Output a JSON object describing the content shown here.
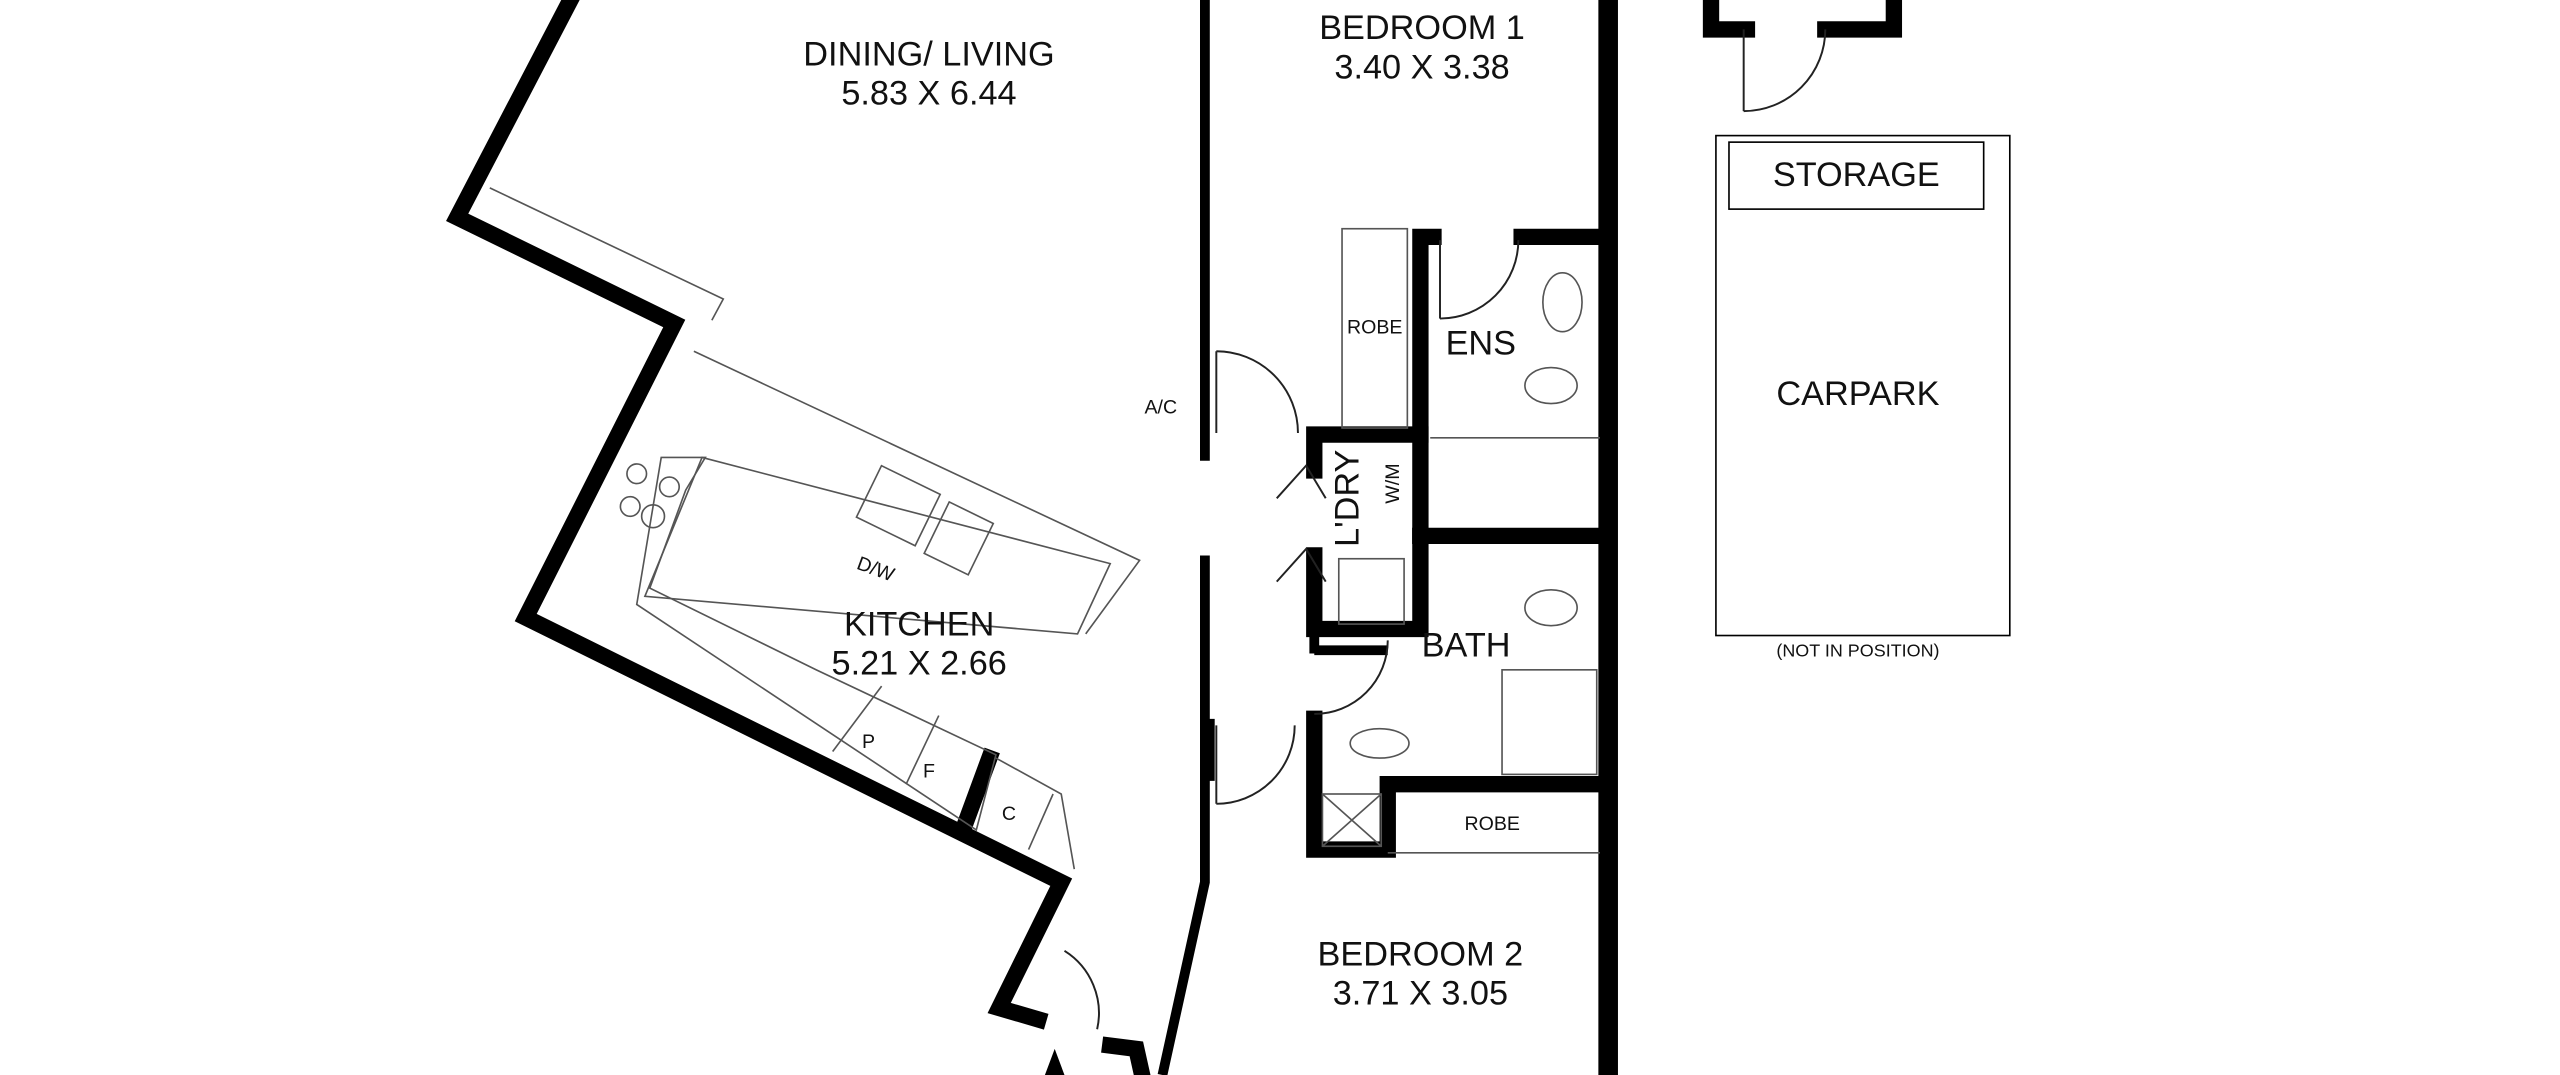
{
  "plan": {
    "rooms": {
      "dining_living": {
        "name": "DINING/ LIVING",
        "size": "5.83 X 6.44"
      },
      "kitchen": {
        "name": "KITCHEN",
        "size": "5.21 X 2.66"
      },
      "bedroom1": {
        "name": "BEDROOM 1",
        "size": "3.40 X 3.38"
      },
      "bedroom2": {
        "name": "BEDROOM 2",
        "size": "3.71 X 3.05"
      },
      "ensuite": {
        "name": "ENS"
      },
      "laundry": {
        "name": "L'DRY"
      },
      "bath": {
        "name": "BATH"
      },
      "storage": {
        "name": "STORAGE"
      },
      "carpark": {
        "name": "CARPARK",
        "note": "(NOT IN POSITION)"
      }
    },
    "fixtures": {
      "robe1": "ROBE",
      "robe2": "ROBE",
      "ac": "A/C",
      "wm": "W/M",
      "dw": "D/W",
      "pantry": "P",
      "fridge": "F",
      "cupboard": "C"
    }
  }
}
